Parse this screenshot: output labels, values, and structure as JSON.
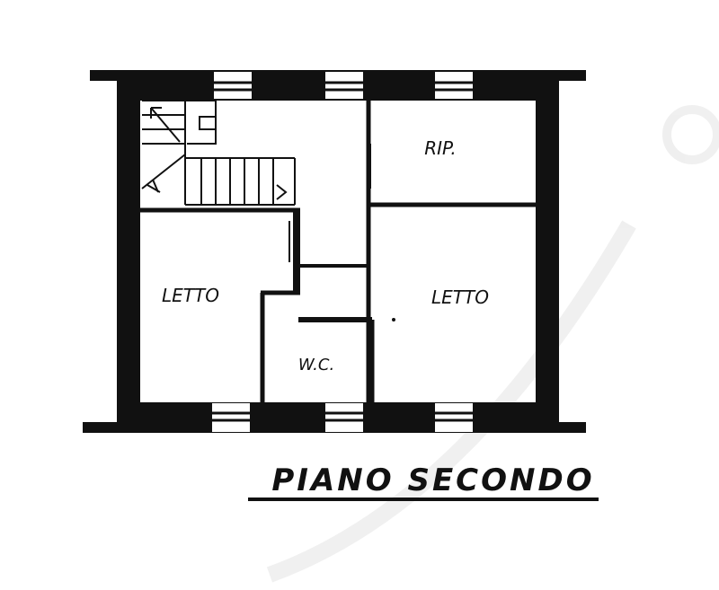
{
  "rooms": {
    "storage": "RIP.",
    "bedroom_left": "LETTO",
    "bedroom_right": "LETTO",
    "wc": "W.C."
  },
  "title": "PIANO SECONDO",
  "colors": {
    "wall": "#111111",
    "background": "#ffffff",
    "watermark": "#e8e8e8"
  }
}
